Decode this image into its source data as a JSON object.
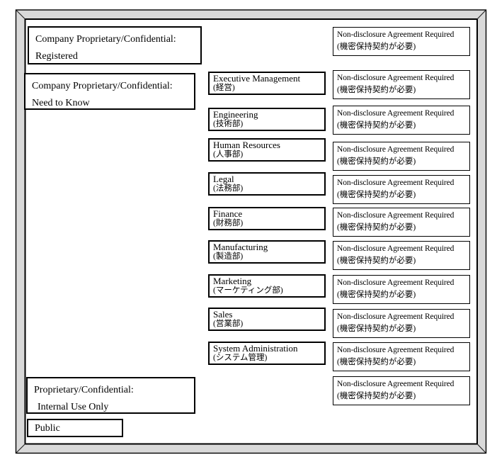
{
  "colors": {
    "frame_fill": "#d9d9d9",
    "border": "#000000",
    "background": "#ffffff",
    "text": "#000000"
  },
  "classification_levels": [
    {
      "id": "registered",
      "line1": "Company Proprietary/Confidential:",
      "line2": "Registered"
    },
    {
      "id": "need-to-know",
      "line1": "Company Proprietary/Confidential:",
      "line2": "Need to Know"
    },
    {
      "id": "internal-use-only",
      "line1": "Proprietary/Confidential:",
      "line2": "Internal Use Only"
    },
    {
      "id": "public",
      "line1": "Public",
      "line2": ""
    }
  ],
  "departments": [
    {
      "en": "Executive Management",
      "ja": "(経営)"
    },
    {
      "en": "Engineering",
      "ja": "(技術部)"
    },
    {
      "en": "Human Resources",
      "ja": "(人事部)"
    },
    {
      "en": "Legal",
      "ja": "(法務部)"
    },
    {
      "en": "Finance",
      "ja": "(財務部)"
    },
    {
      "en": "Manufacturing",
      "ja": "(製造部)"
    },
    {
      "en": "Marketing",
      "ja": "(マーケティング部)"
    },
    {
      "en": "Sales",
      "ja": "(営業部)"
    },
    {
      "en": "System Administration",
      "ja": "(システム管理)"
    }
  ],
  "nda": {
    "en": "Non-disclosure Agreement Required",
    "ja": "(機密保持契約が必要)",
    "count": 11
  }
}
